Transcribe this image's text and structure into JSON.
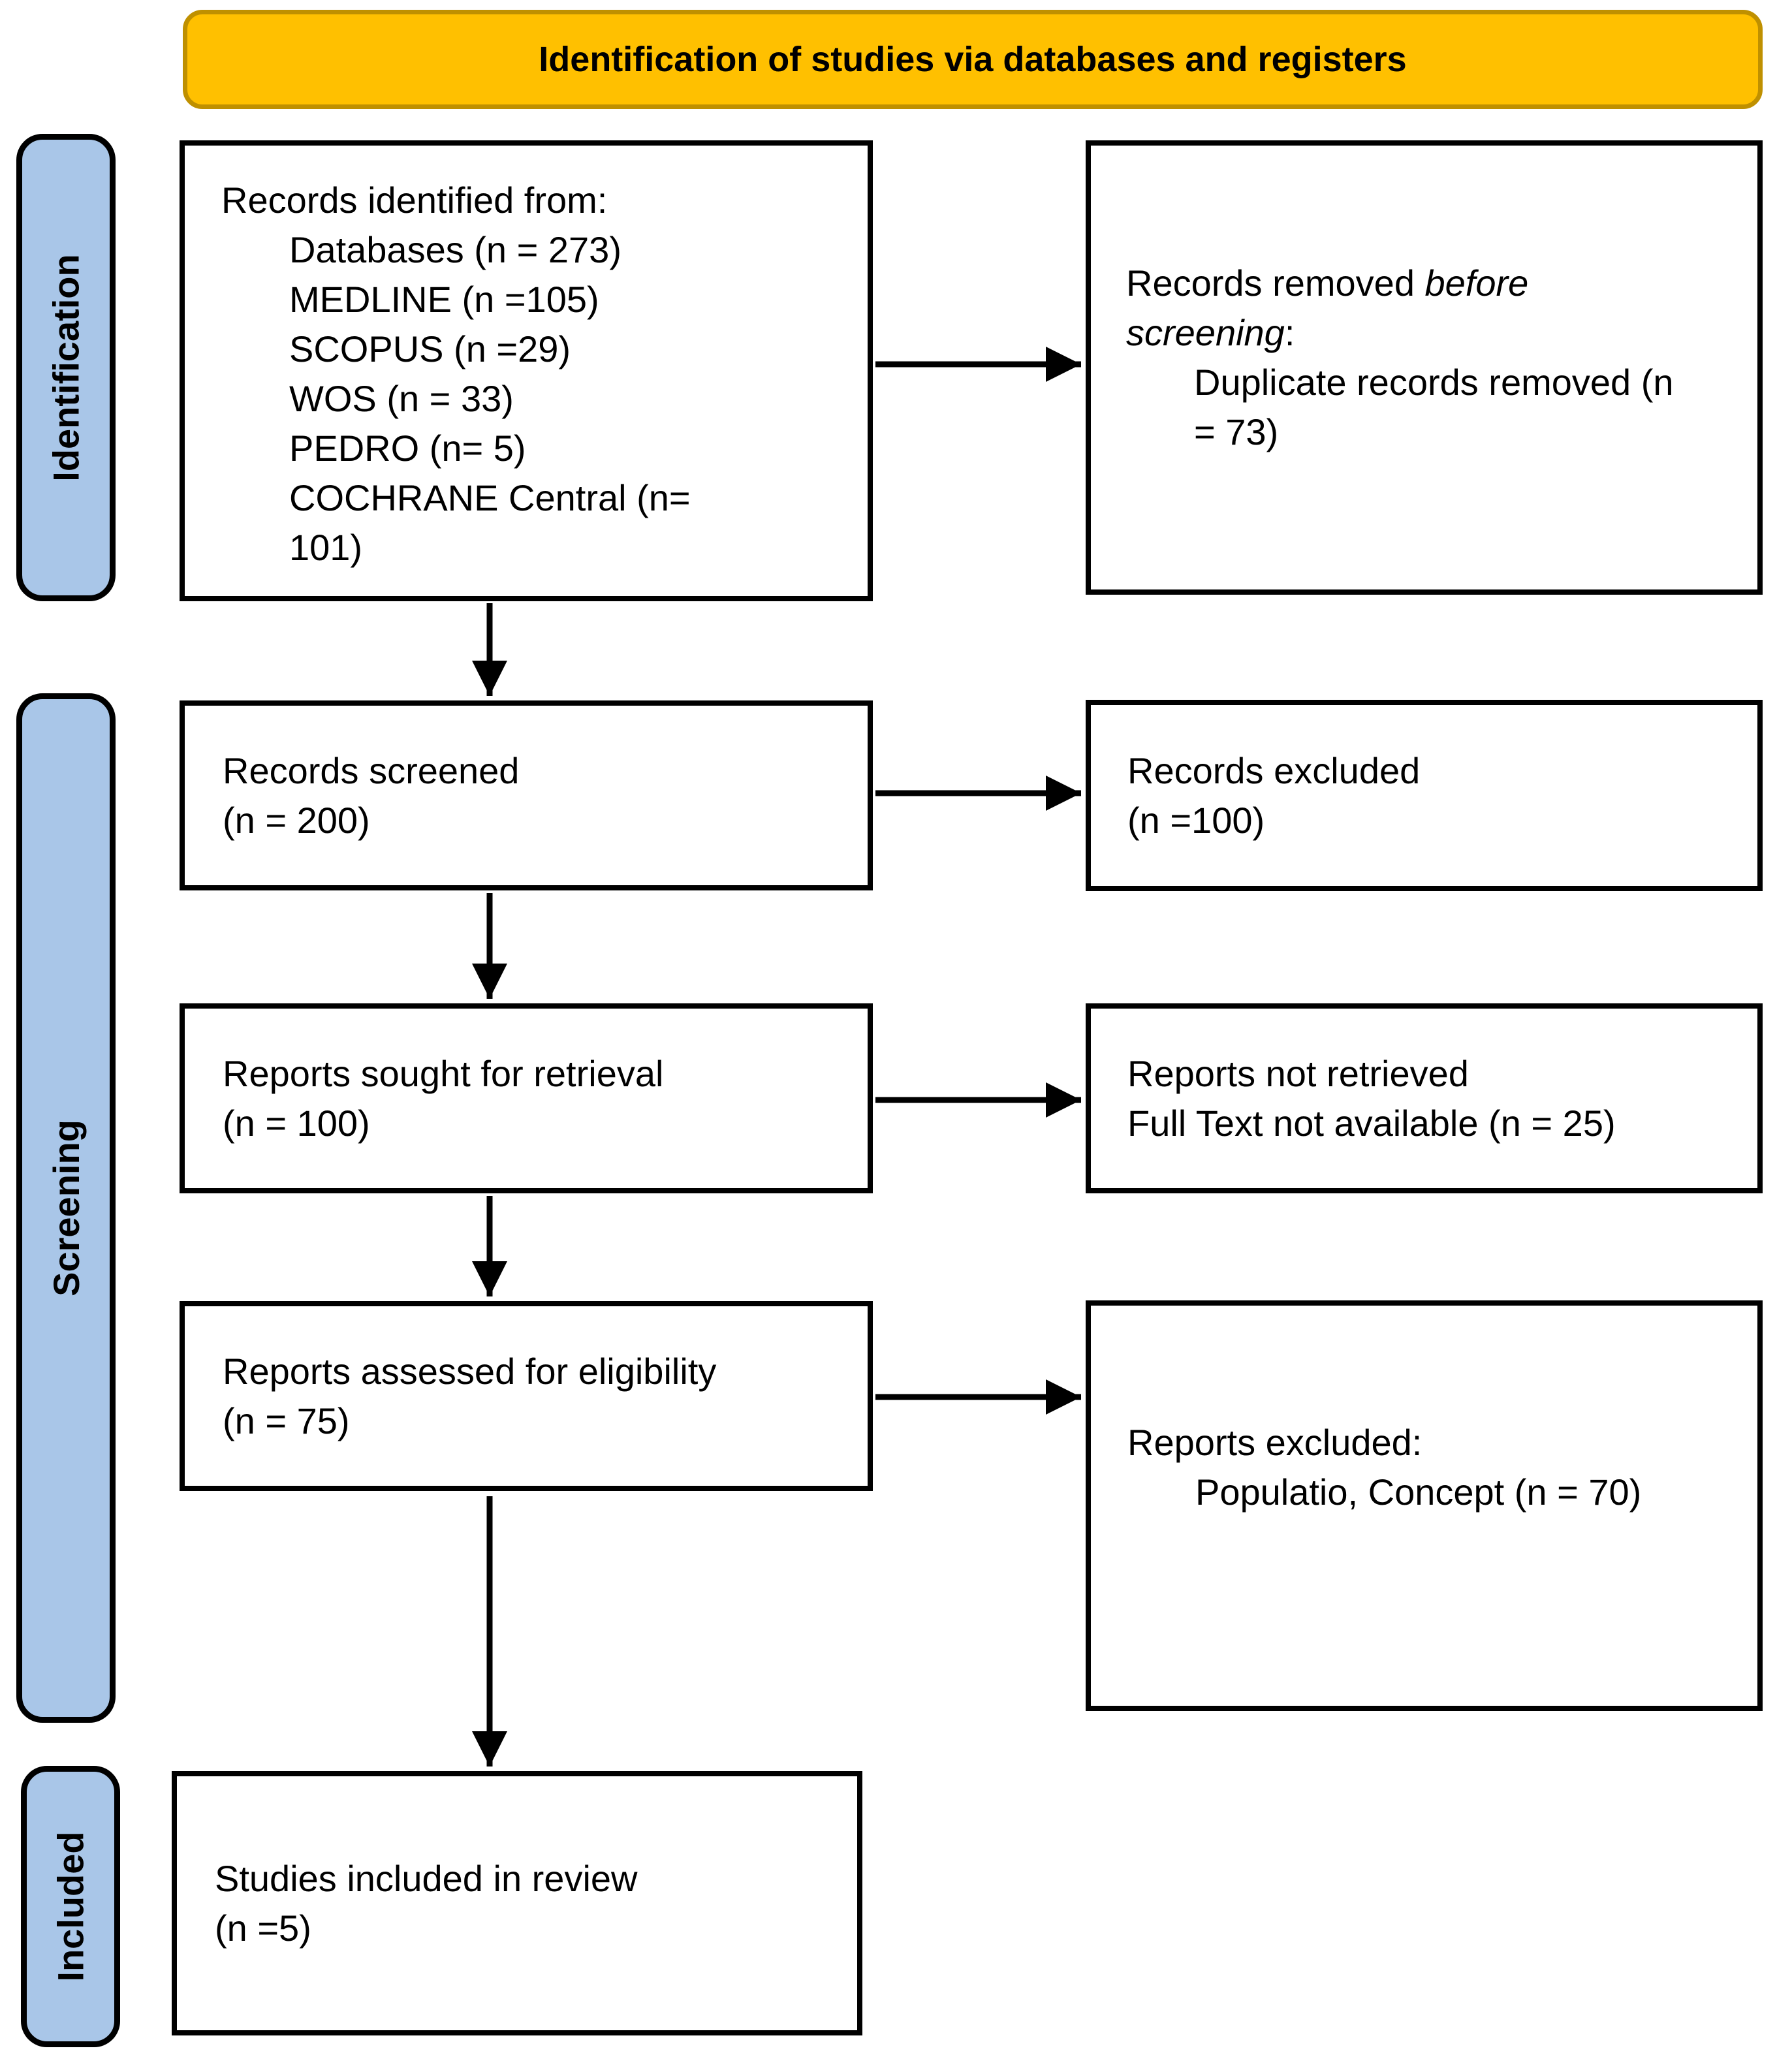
{
  "banner": {
    "title": "Identification of studies via databases and registers"
  },
  "colors": {
    "banner_bg": "#FFC000",
    "banner_border": "#BF9000",
    "sidebar_bg": "#A9C6E8",
    "box_border": "#000000",
    "text": "#000000"
  },
  "sidebar": {
    "identification": "Identification",
    "screening": "Screening",
    "included": "Included"
  },
  "flow": {
    "records_identified": {
      "title": "Records identified from:",
      "items": [
        "Databases (n = 273)",
        "MEDLINE (n =105)",
        "SCOPUS (n =29)",
        "WOS (n = 33)",
        "PEDRO (n= 5)",
        "COCHRANE Central (n=",
        "101)"
      ]
    },
    "records_removed": {
      "line1_normal": "Records removed ",
      "line1_italic": "before",
      "line2_italic": "screening",
      "line2_suffix": ":",
      "items": [
        "Duplicate records removed (n",
        "= 73)"
      ]
    },
    "records_screened": {
      "line1": "Records screened",
      "line2": "(n = 200)"
    },
    "records_excluded": {
      "line1": "Records excluded",
      "line2": "(n =100)"
    },
    "reports_sought": {
      "line1": "Reports sought for retrieval",
      "line2": "(n = 100)"
    },
    "reports_not_retrieved": {
      "line1": "Reports not retrieved",
      "line2": "Full Text not available (n = 25)"
    },
    "reports_assessed": {
      "line1": "Reports assessed for eligibility",
      "line2": "(n = 75)"
    },
    "reports_excluded": {
      "title": "Reports excluded:",
      "items": [
        "Populatio, Concept (n = 70)"
      ]
    },
    "studies_included": {
      "line1": "Studies included in review",
      "line2": "(n =5)"
    }
  }
}
